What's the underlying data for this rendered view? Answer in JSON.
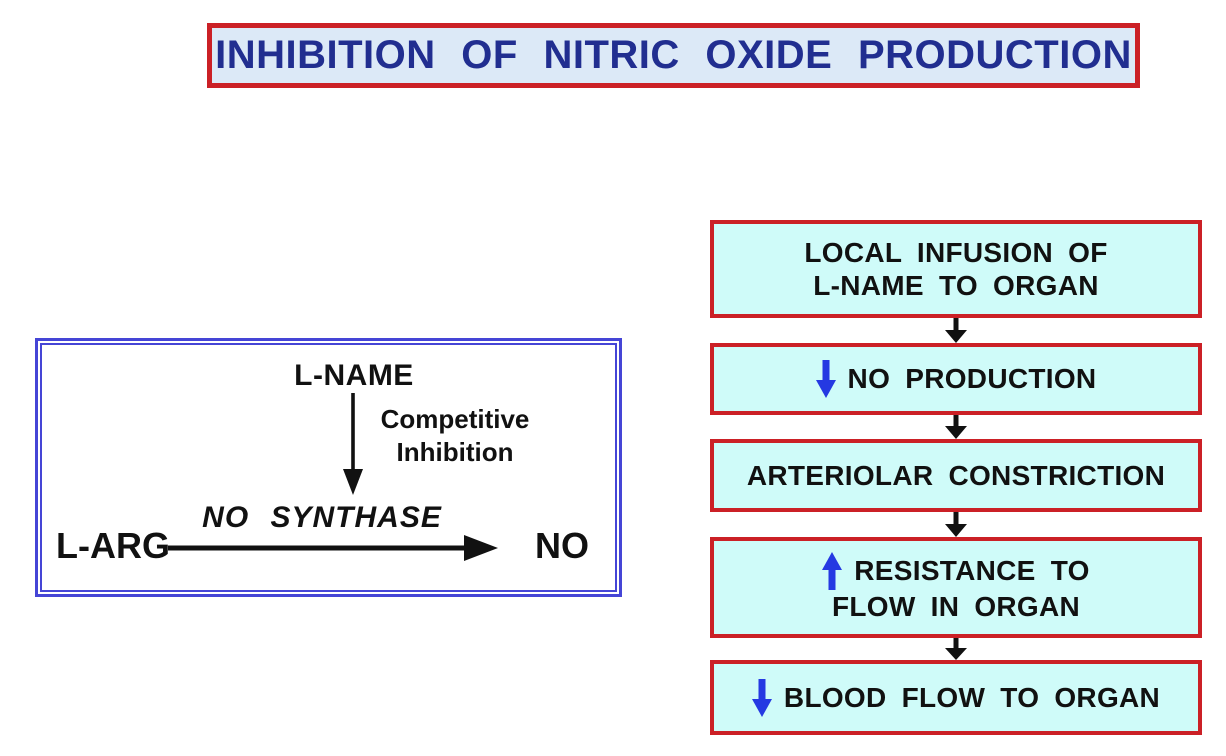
{
  "title": {
    "text": "INHIBITION OF NITRIC OXIDE PRODUCTION"
  },
  "reaction_panel": {
    "inhibitor": "L-NAME",
    "inhibition_type_line1": "Competitive",
    "inhibition_type_line2": "Inhibition",
    "enzyme": "NO SYNTHASE",
    "substrate": "L-ARG",
    "product": "NO"
  },
  "flowchart": {
    "boxes": [
      {
        "lines": [
          "LOCAL INFUSION OF",
          "L-NAME TO ORGAN"
        ],
        "arrow": null
      },
      {
        "lines": [
          "NO PRODUCTION"
        ],
        "arrow": "decrease"
      },
      {
        "lines": [
          "ARTERIOLAR CONSTRICTION"
        ],
        "arrow": null
      },
      {
        "lines": [
          "RESISTANCE TO",
          "FLOW IN ORGAN"
        ],
        "arrow": "increase"
      },
      {
        "lines": [
          "BLOOD FLOW TO ORGAN"
        ],
        "arrow": "decrease"
      }
    ]
  },
  "colors": {
    "red_border": "#cb2026",
    "cyan_fill": "#cffbf9",
    "title_fill": "#dce9f7",
    "title_text": "#212e90",
    "panel_border_blue": "#4545d6",
    "accent_blue": "#2539e2",
    "arrow_black": "#111111"
  }
}
